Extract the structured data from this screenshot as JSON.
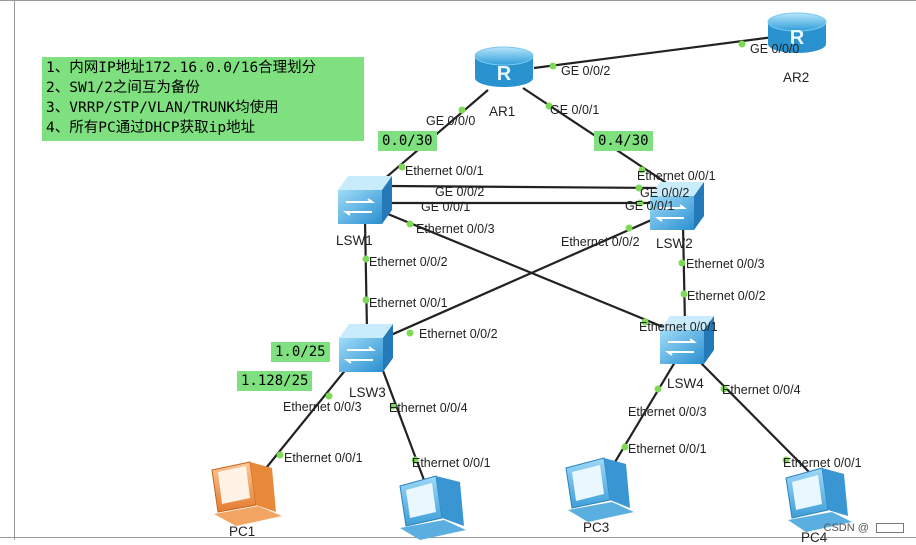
{
  "notes": [
    "1、内网IP地址172.16.0.0/16合理划分",
    "2、SW1/2之间互为备份",
    "3、VRRP/STP/VLAN/TRUNK均使用",
    "4、所有PC通过DHCP获取ip地址"
  ],
  "subnet_tags": {
    "ar1_lsw1": "0.0/30",
    "ar1_lsw2": "0.4/30",
    "lsw3_a": "1.0/25",
    "lsw3_b": "1.128/25"
  },
  "devices": {
    "ar1": "AR1",
    "ar2": "AR2",
    "lsw1": "LSW1",
    "lsw2": "LSW2",
    "lsw3": "LSW3",
    "lsw4": "LSW4",
    "pc1": "PC1",
    "pc3": "PC3",
    "pc4": "PC4"
  },
  "ports": {
    "ar2_ge000": "GE 0/0/0",
    "ar1_ge002": "GE 0/0/2",
    "ar1_ge000": "GE 0/0/0",
    "ar1_ge001": "GE 0/0/1",
    "lsw1_e001": "Ethernet 0/0/1",
    "lsw1_ge002": "GE 0/0/2",
    "lsw1_ge001": "GE 0/0/1",
    "lsw1_e003": "Ethernet 0/0/3",
    "lsw1_e002": "Ethernet 0/0/2",
    "lsw2_e001": "Ethernet 0/0/1",
    "lsw2_ge002": "GE 0/0/2",
    "lsw2_ge001": "GE 0/0/1",
    "lsw2_e002": "Ethernet 0/0/2",
    "lsw2_e003": "Ethernet 0/0/3",
    "lsw3_e001": "Ethernet 0/0/1",
    "lsw3_e002": "Ethernet 0/0/2",
    "lsw3_e003": "Ethernet 0/0/3",
    "lsw3_e004": "Ethernet 0/0/4",
    "lsw4_e002": "Ethernet 0/0/2",
    "lsw4_e001": "Ethernet 0/0/1",
    "lsw4_e003": "Ethernet 0/0/3",
    "lsw4_e004": "Ethernet 0/0/4",
    "pc1_e001": "Ethernet 0/0/1",
    "pc2_e001": "Ethernet 0/0/1",
    "pc3_e001": "Ethernet 0/0/1",
    "pc4_e001": "Ethernet 0/0/1"
  },
  "watermark": "CSDN @",
  "colors": {
    "note_bg": "#7ee07e",
    "port_dot": "#7ed957",
    "router_blue": "#3fa9e0",
    "pc_orange": "#f39b4c"
  }
}
